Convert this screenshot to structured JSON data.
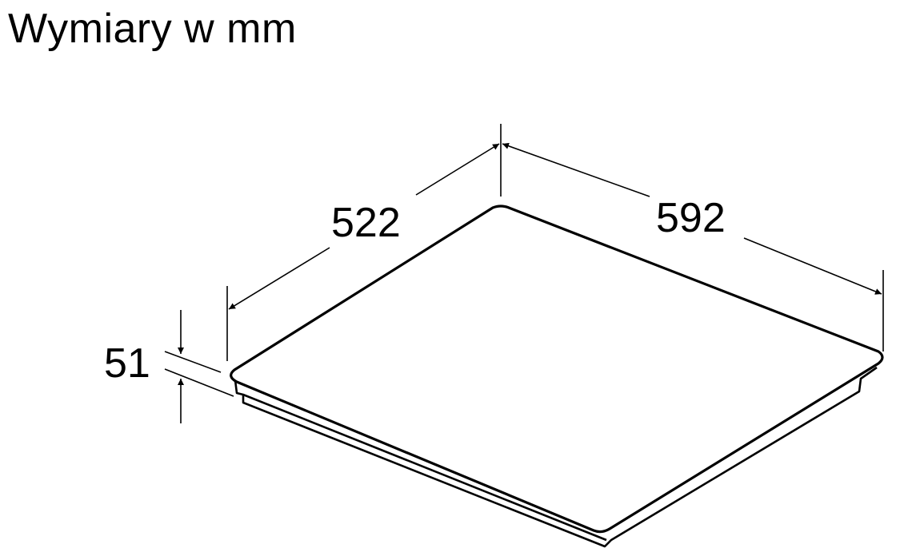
{
  "title": "Wymiary w mm",
  "dimensions": {
    "depth": "522",
    "width": "592",
    "height": "51"
  },
  "colors": {
    "line": "#000000",
    "background": "#ffffff"
  }
}
